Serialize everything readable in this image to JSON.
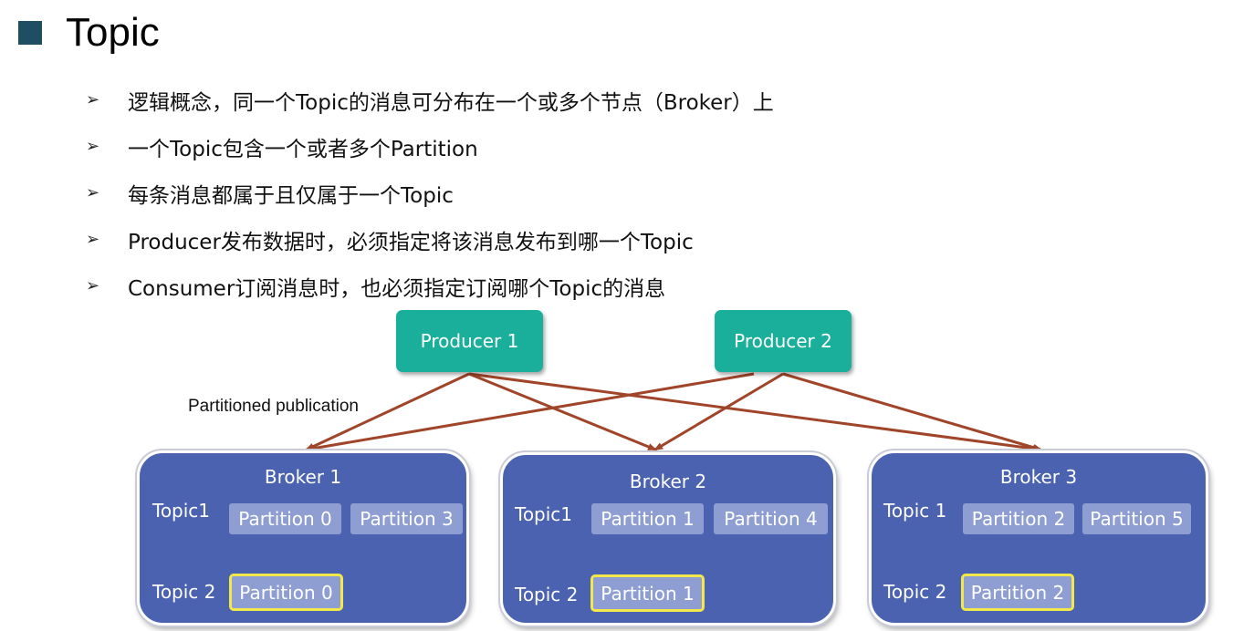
{
  "header": {
    "title": "Topic"
  },
  "bullets": [
    "逻辑概念，同一个Topic的消息可分布在一个或多个节点（Broker）上",
    "一个Topic包含一个或者多个Partition",
    "每条消息都属于且仅属于一个Topic",
    "Producer发布数据时，必须指定将该消息发布到哪一个Topic",
    "Consumer订阅消息时，也必须指定订阅哪个Topic的消息"
  ],
  "bullet_marker": "➢",
  "diagram": {
    "producers": [
      "Producer 1",
      "Producer 2"
    ],
    "publication_label": "Partitioned publication",
    "brokers": [
      {
        "name": "Broker 1",
        "topic1_label": "Topic1",
        "topic1_partitions": [
          "Partition 0",
          "Partition 3"
        ],
        "topic2_label": "Topic 2",
        "topic2_partition": "Partition 0"
      },
      {
        "name": "Broker 2",
        "topic1_label": "Topic1",
        "topic1_partitions": [
          "Partition 1",
          "Partition 4"
        ],
        "topic2_label": "Topic 2",
        "topic2_partition": "Partition 1"
      },
      {
        "name": "Broker 3",
        "topic1_label": "Topic 1",
        "topic1_partitions": [
          "Partition 2",
          "Partition 5"
        ],
        "topic2_label": "Topic 2",
        "topic2_partition": "Partition 2"
      }
    ],
    "edges": [
      {
        "from": "Producer 1",
        "to": "Broker 1"
      },
      {
        "from": "Producer 1",
        "to": "Broker 2"
      },
      {
        "from": "Producer 1",
        "to": "Broker 3"
      },
      {
        "from": "Producer 2",
        "to": "Broker 1"
      },
      {
        "from": "Producer 2",
        "to": "Broker 2"
      },
      {
        "from": "Producer 2",
        "to": "Broker 3"
      }
    ]
  },
  "colors": {
    "title_square": "#1f4e63",
    "producer_fill": "#1aaf9a",
    "broker_fill": "#4a62b0",
    "partition_fill": "#8e9ed2",
    "highlight_border": "#f2e84a",
    "arrow": "#a0452a"
  }
}
